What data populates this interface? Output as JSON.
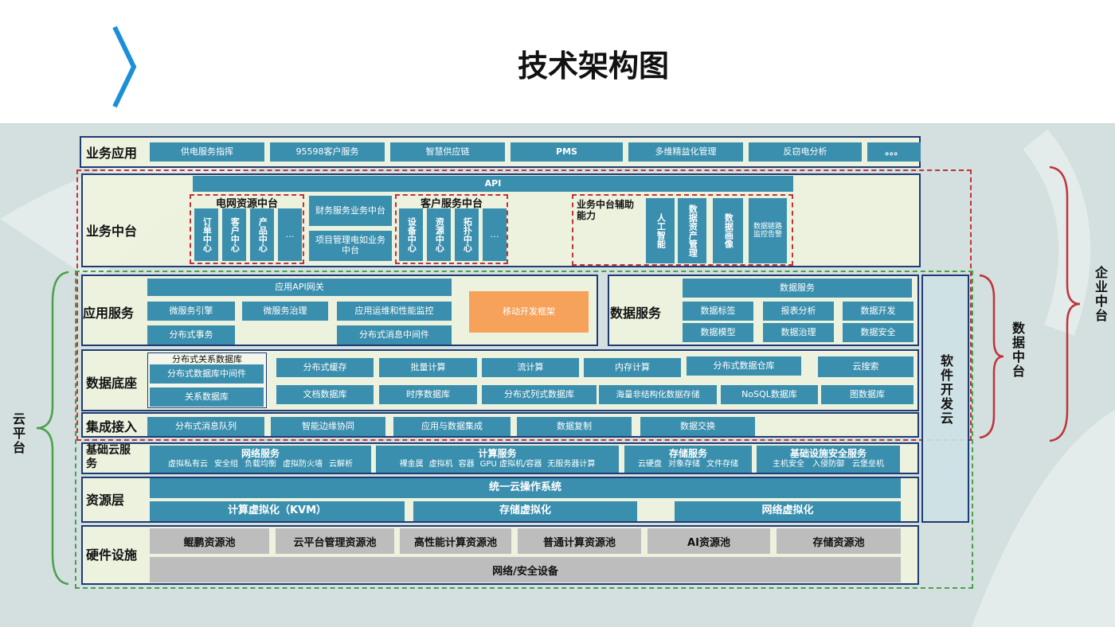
{
  "title": "技术架构图",
  "business_apps": {
    "label": "业务应用",
    "items": [
      "供电服务指挥",
      "95598客户服务",
      "智慧供应链",
      "PMS",
      "多维精益化管理",
      "反窃电分析",
      "。。。"
    ]
  },
  "business_middle": {
    "label": "业务中台",
    "api": "API",
    "grid_group": {
      "title": "电网资源中台",
      "items": [
        "订单中心",
        "客户中心",
        "产品中心",
        "…"
      ]
    },
    "finance": "财务服务业务中台",
    "project": "项目管理电如业务中台",
    "customer_group": {
      "title": "客户服务中台",
      "items": [
        "设备中心",
        "资源中心",
        "拓扑中心",
        "…"
      ]
    },
    "aux_group": {
      "title": "业务中台辅助能力",
      "items": [
        "人工智能",
        "数据资产管理",
        "数据画像",
        "数据链路监控告警"
      ]
    }
  },
  "app_services": {
    "label": "应用服务",
    "gateway": "应用API网关",
    "items": [
      "微服务引擎",
      "微服务治理",
      "应用运维和性能监控",
      "分布式事务",
      "分布式消息中间件"
    ],
    "mobile": "移动开发框架"
  },
  "data_services": {
    "label": "数据服务",
    "header": "数据服务",
    "items": [
      "数据标签",
      "报表分析",
      "数据开发",
      "数据模型",
      "数据治理",
      "数据安全"
    ]
  },
  "data_base": {
    "label": "数据底座",
    "rel_title": "分布式关系数据库",
    "rel_items": [
      "分布式数据库中间件",
      "关系数据库"
    ],
    "row1": [
      "分布式缓存",
      "批量计算",
      "流计算",
      "内存计算",
      "分布式数据仓库",
      "云搜索"
    ],
    "row2": [
      "文档数据库",
      "时序数据库",
      "分布式列式数据库",
      "海量非结构化数据存储",
      "NoSQL数据库",
      "图数据库"
    ]
  },
  "integration": {
    "label": "集成接入",
    "items": [
      "分布式消息队列",
      "智能边缘协同",
      "应用与数据集成",
      "数据复制",
      "数据交换"
    ]
  },
  "software_cloud": "软件开发云",
  "infra_services": {
    "label": "基础云服务",
    "groups": [
      {
        "title": "网络服务",
        "items": [
          "虚拟私有云",
          "安全组",
          "负载均衡",
          "虚拟防火墙",
          "云解析"
        ]
      },
      {
        "title": "计算服务",
        "items": [
          "裸金属",
          "虚拟机",
          "容器",
          "GPU 虚拟机/容器",
          "无服务器计算"
        ]
      },
      {
        "title": "存储服务",
        "items": [
          "云硬盘",
          "对象存储",
          "文件存储"
        ]
      },
      {
        "title": "基础设施安全服务",
        "items": [
          "主机安全",
          "入侵防御",
          "云堡垒机"
        ]
      }
    ]
  },
  "resource_layer": {
    "label": "资源层",
    "os": "统一云操作系统",
    "items": [
      "计算虚拟化（KVM）",
      "存储虚拟化",
      "网络虚拟化"
    ]
  },
  "hardware": {
    "label": "硬件设施",
    "pools": [
      "鲲鹏资源池",
      "云平台管理资源池",
      "高性能计算资源池",
      "普通计算资源池",
      "AI资源池",
      "存储资源池"
    ],
    "network": "网络/安全设备"
  },
  "side_labels": {
    "cloud_platform": "云平台",
    "data_middle": "数据中台",
    "enterprise_middle": "企业中台"
  },
  "colors": {
    "box": "#3a8fae",
    "panel_border": "#1f3b73",
    "mobile": "#f6a25a",
    "red_dash": "#c0333b",
    "green_dash": "#4aa04a",
    "gray": "#bdbdbd",
    "chevron": "#1b8fd8"
  }
}
